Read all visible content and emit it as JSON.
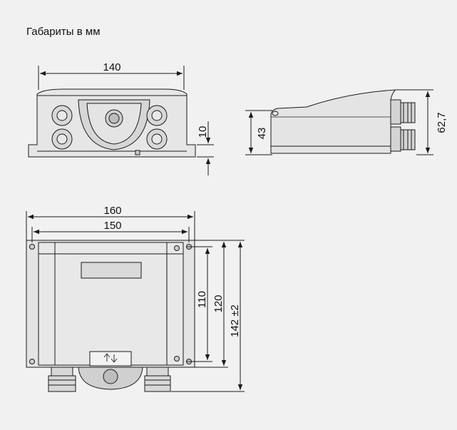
{
  "title": "Габариты в мм",
  "front_view": {
    "width": "140",
    "foot_height": "10"
  },
  "side_view": {
    "body_height": "43",
    "total_height": "62,7"
  },
  "top_view": {
    "outer_width": "160",
    "inner_width": "150",
    "inner_height": "110",
    "mid_height": "120",
    "total_height": "142 ±2"
  },
  "colors": {
    "line": "#1a1a1a",
    "body": "#e3e3e3",
    "body_dark": "#c9c9c9",
    "background": "#f1f1f1"
  }
}
